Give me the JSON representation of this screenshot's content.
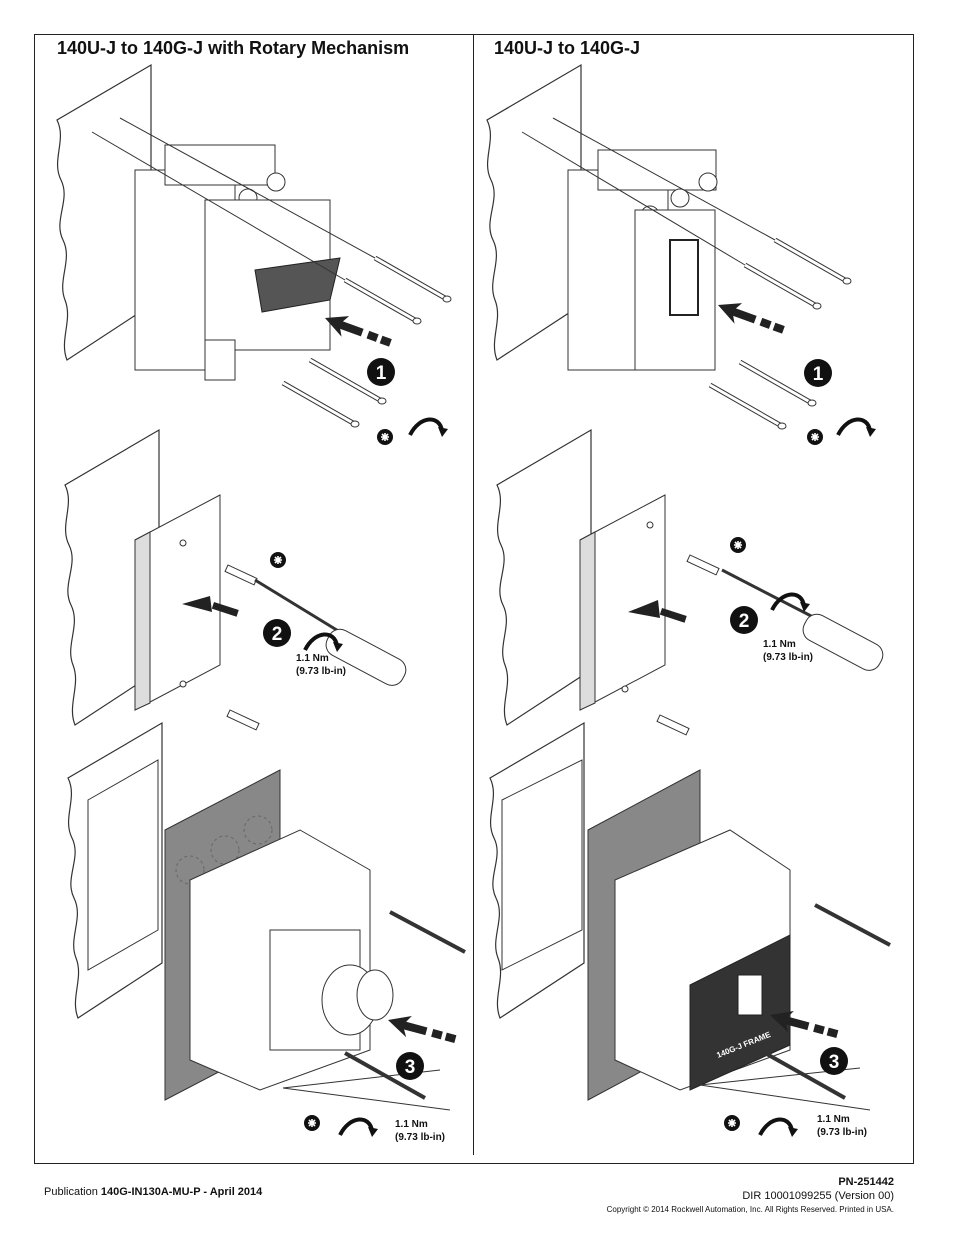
{
  "panels": {
    "left_title": "140U-J to 140G-J with Rotary Mechanism",
    "right_title": "140U-J to 140G-J"
  },
  "steps": [
    "1",
    "2",
    "3"
  ],
  "torque": {
    "nm": "1.1 Nm",
    "lbin": "(9.73 lb-in)"
  },
  "device_labels": {
    "frame": "140G-J FRAME"
  },
  "footer": {
    "publication_prefix": "Publication",
    "publication_code": "140G-IN130A-MU-P -  April 2014",
    "pn": "PN-251442",
    "dir": "DIR 10001099255 (Version 00)",
    "copyright": "Copyright © 2014 Rockwell Automation, Inc. All Rights Reserved. Printed in USA."
  }
}
